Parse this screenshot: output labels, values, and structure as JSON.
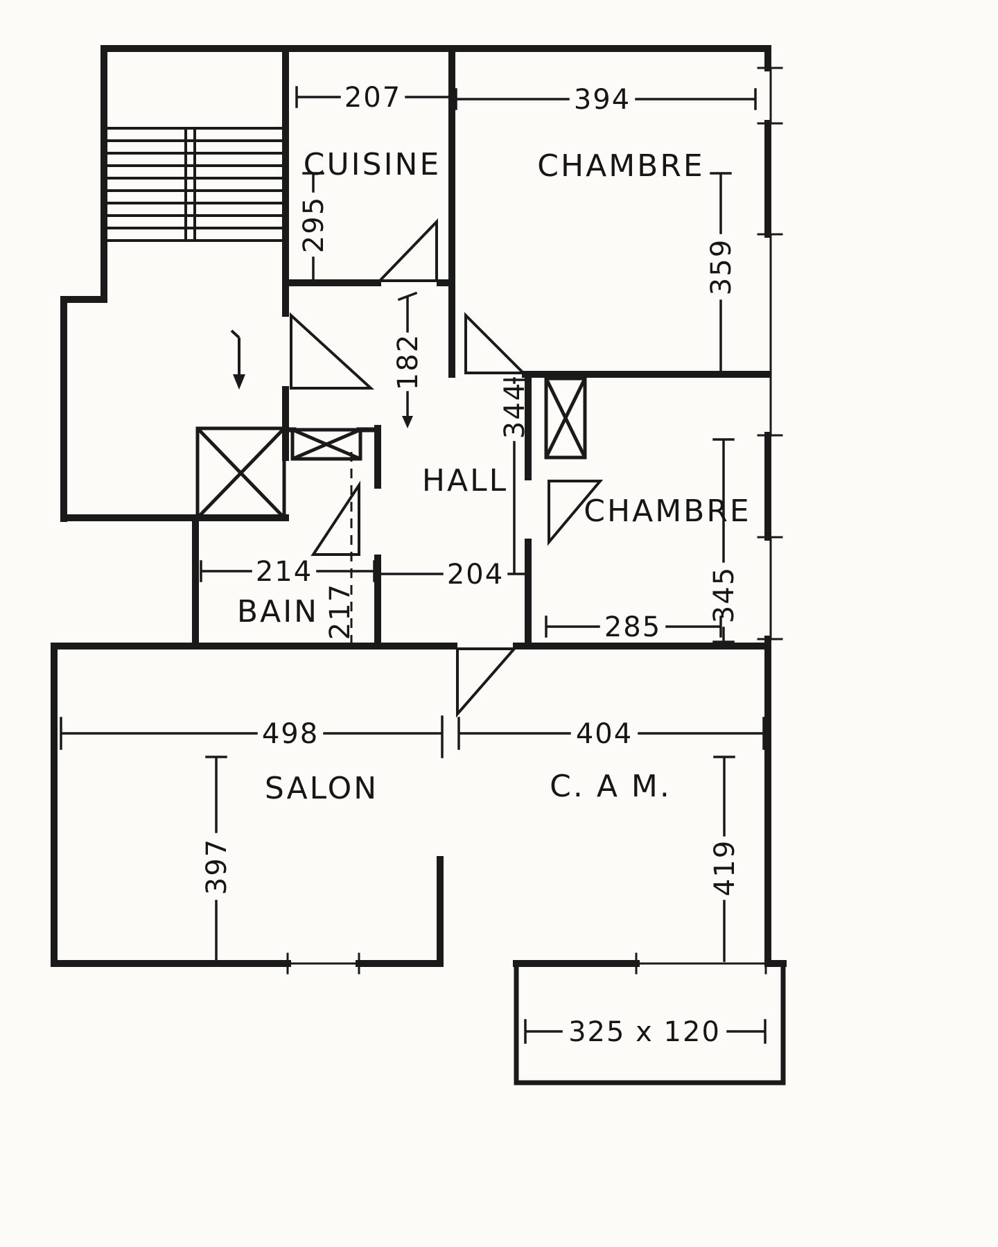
{
  "title": "apartment-floor-plan",
  "colors": {
    "paper": "#fcfbf8",
    "ink": "#1a1a1a"
  },
  "rooms": {
    "cuisine": {
      "label": "CUISINE",
      "width": "207",
      "depth": "295"
    },
    "chambre_top": {
      "label": "CHAMBRE",
      "width": "394",
      "depth": "359"
    },
    "hall": {
      "label": "HALL",
      "width": "182",
      "length": "344",
      "lower_width": "204"
    },
    "chambre_mid": {
      "label": "CHAMBRE",
      "width": "285",
      "depth": "345"
    },
    "bain": {
      "label": "BAIN",
      "width": "214",
      "depth": "217"
    },
    "salon": {
      "label": "SALON",
      "width": "498",
      "depth": "397"
    },
    "cam": {
      "label": "C. A M.",
      "width": "404",
      "depth": "419"
    },
    "balcony": {
      "size": "325 x 120"
    }
  }
}
